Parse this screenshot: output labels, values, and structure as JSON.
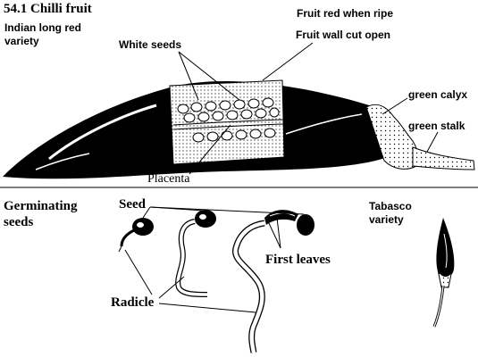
{
  "figure": {
    "title": "54.1  Chilli fruit",
    "variety_long_line1": "Indian long red",
    "variety_long_line2": "variety",
    "fruit_red": "Fruit red when ripe",
    "fruit_wall": "Fruit wall cut open",
    "white_seeds": "White seeds",
    "green_calyx": "green calyx",
    "green_stalk": "green stalk",
    "placenta": "Placenta",
    "germinating_line1": "Germinating",
    "germinating_line2": "seeds",
    "seed": "Seed",
    "first_leaves": "First leaves",
    "radicle": "Radicle",
    "tabasco_line1": "Tabasco",
    "tabasco_line2": "variety"
  },
  "colors": {
    "fruit": "#000000",
    "stipple": "#ffffff",
    "background": "#ffffff"
  }
}
